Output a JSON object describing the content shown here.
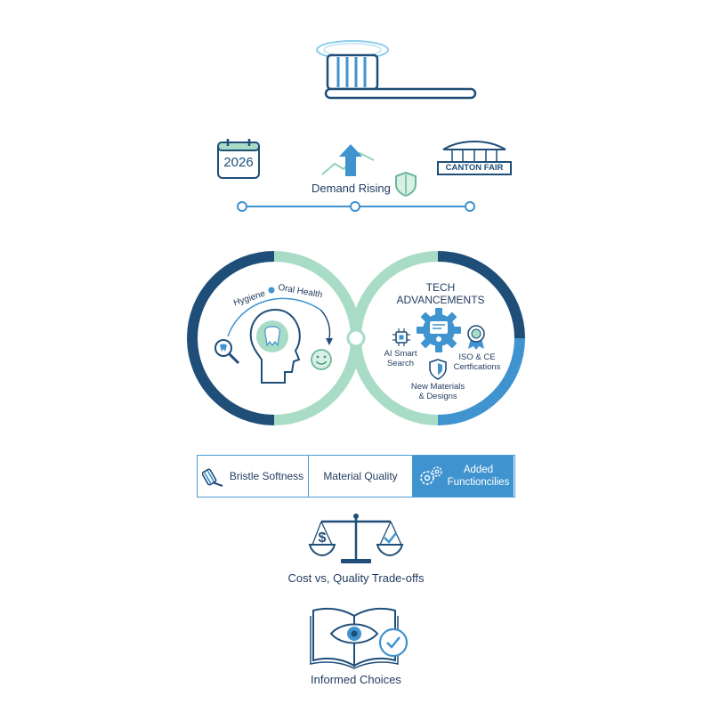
{
  "timeline": {
    "year": "2026",
    "demand_label": "Demand Rising",
    "fair_label": "CANTON FAIR"
  },
  "left_circle": {
    "hygiene": "Hygiene",
    "oral_health": "Oral Health"
  },
  "right_circle": {
    "title_line1": "TECH",
    "title_line2": "ADVANCEMENTS",
    "ai_line1": "AI Smart",
    "ai_line2": "Search",
    "iso_line1": "ISO & CE",
    "iso_line2": "Certfications",
    "materials_line1": "New Materials",
    "materials_line2": "& Designs"
  },
  "factors": {
    "bristle": "Bristle Softness",
    "material": "Material Quality",
    "added_line1": "Added",
    "added_line2": "Functioncilies"
  },
  "tradeoff_label": "Cost vs, Quality Trade-offs",
  "informed_label": "Informed Choices",
  "colors": {
    "navy": "#1f4e79",
    "blue": "#3f93cf",
    "mint": "#a8dcc6",
    "light_mint": "#d8f0e6"
  }
}
